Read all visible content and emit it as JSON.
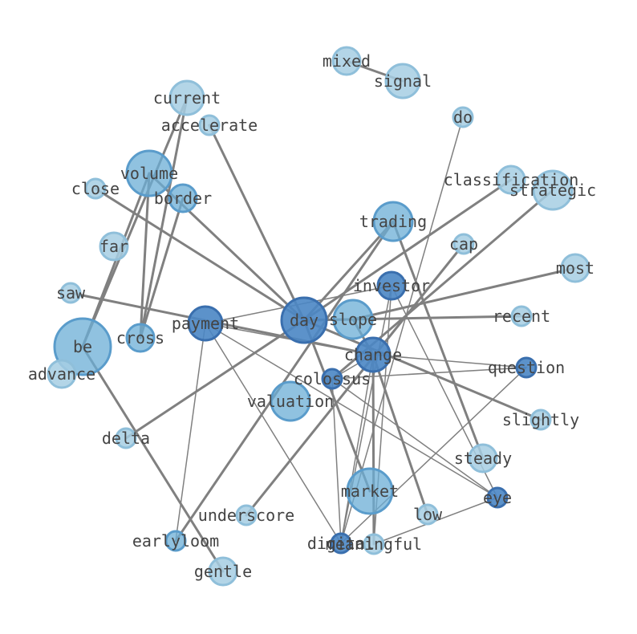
{
  "colors": {
    "light_fill": "#a6cee3",
    "mid_fill": "#6baed6",
    "dark_fill": "#4a86c4",
    "edge": "#808080",
    "label": "#444444"
  },
  "nodes": [
    {
      "id": "mixed",
      "label": "mixed",
      "shade": "light"
    },
    {
      "id": "signal",
      "label": "signal",
      "shade": "light"
    },
    {
      "id": "current",
      "label": "current",
      "shade": "light"
    },
    {
      "id": "accelerate",
      "label": "accelerate",
      "shade": "light"
    },
    {
      "id": "do",
      "label": "do",
      "shade": "light"
    },
    {
      "id": "volume",
      "label": "volume",
      "shade": "mid"
    },
    {
      "id": "border",
      "label": "border",
      "shade": "mid"
    },
    {
      "id": "close",
      "label": "close",
      "shade": "light"
    },
    {
      "id": "classification",
      "label": "classification",
      "shade": "light"
    },
    {
      "id": "strategic",
      "label": "strategic",
      "shade": "light"
    },
    {
      "id": "trading",
      "label": "trading",
      "shade": "mid"
    },
    {
      "id": "far",
      "label": "far",
      "shade": "light"
    },
    {
      "id": "cap",
      "label": "cap",
      "shade": "light"
    },
    {
      "id": "most",
      "label": "most",
      "shade": "light"
    },
    {
      "id": "investor",
      "label": "investor",
      "shade": "dark"
    },
    {
      "id": "saw",
      "label": "saw",
      "shade": "light"
    },
    {
      "id": "day",
      "label": "day",
      "shade": "dark"
    },
    {
      "id": "slope",
      "label": "slope",
      "shade": "mid"
    },
    {
      "id": "recent",
      "label": "recent",
      "shade": "light"
    },
    {
      "id": "payment",
      "label": "payment",
      "shade": "dark"
    },
    {
      "id": "cross",
      "label": "cross",
      "shade": "mid"
    },
    {
      "id": "be",
      "label": "be",
      "shade": "mid"
    },
    {
      "id": "change",
      "label": "change",
      "shade": "dark"
    },
    {
      "id": "question",
      "label": "question",
      "shade": "dark"
    },
    {
      "id": "advance",
      "label": "advance",
      "shade": "light"
    },
    {
      "id": "colossus",
      "label": "colossus",
      "shade": "dark"
    },
    {
      "id": "valuation",
      "label": "valuation",
      "shade": "mid"
    },
    {
      "id": "slightly",
      "label": "slightly",
      "shade": "light"
    },
    {
      "id": "delta",
      "label": "delta",
      "shade": "light"
    },
    {
      "id": "steady",
      "label": "steady",
      "shade": "light"
    },
    {
      "id": "market",
      "label": "market",
      "shade": "mid"
    },
    {
      "id": "eye",
      "label": "eye",
      "shade": "dark"
    },
    {
      "id": "underscore",
      "label": "underscore",
      "shade": "light"
    },
    {
      "id": "low",
      "label": "low",
      "shade": "light"
    },
    {
      "id": "earlyloom",
      "label": "earlyloom",
      "shade": "mid"
    },
    {
      "id": "digital",
      "label": "digital",
      "shade": "dark"
    },
    {
      "id": "meaningful",
      "label": "meaningful",
      "shade": "light"
    },
    {
      "id": "gentle",
      "label": "gentle",
      "shade": "light"
    }
  ],
  "edges": [
    {
      "source": "mixed",
      "target": "signal",
      "weight": "heavy"
    },
    {
      "source": "current",
      "target": "cross",
      "weight": "heavy"
    },
    {
      "source": "current",
      "target": "be",
      "weight": "heavy"
    },
    {
      "source": "accelerate",
      "target": "day",
      "weight": "heavy"
    },
    {
      "source": "volume",
      "target": "be",
      "weight": "heavy"
    },
    {
      "source": "volume",
      "target": "cross",
      "weight": "heavy"
    },
    {
      "source": "volume",
      "target": "day",
      "weight": "heavy"
    },
    {
      "source": "border",
      "target": "cross",
      "weight": "heavy"
    },
    {
      "source": "close",
      "target": "day",
      "weight": "heavy"
    },
    {
      "source": "classification",
      "target": "day",
      "weight": "heavy"
    },
    {
      "source": "strategic",
      "target": "colossus",
      "weight": "heavy"
    },
    {
      "source": "trading",
      "target": "day",
      "weight": "heavy"
    },
    {
      "source": "trading",
      "target": "steady",
      "weight": "heavy"
    },
    {
      "source": "trading",
      "target": "earlyloom",
      "weight": "heavy"
    },
    {
      "source": "do",
      "target": "digital",
      "weight": "light"
    },
    {
      "source": "cap",
      "target": "underscore",
      "weight": "heavy"
    },
    {
      "source": "most",
      "target": "slope",
      "weight": "heavy"
    },
    {
      "source": "saw",
      "target": "change",
      "weight": "heavy"
    },
    {
      "source": "day",
      "target": "recent",
      "weight": "heavy"
    },
    {
      "source": "day",
      "target": "slope",
      "weight": "heavy"
    },
    {
      "source": "day",
      "target": "slightly",
      "weight": "heavy"
    },
    {
      "source": "day",
      "target": "delta",
      "weight": "heavy"
    },
    {
      "source": "day",
      "target": "market",
      "weight": "heavy"
    },
    {
      "source": "investor",
      "target": "payment",
      "weight": "light"
    },
    {
      "source": "investor",
      "target": "meaningful",
      "weight": "light"
    },
    {
      "source": "investor",
      "target": "eye",
      "weight": "light"
    },
    {
      "source": "investor",
      "target": "digital",
      "weight": "light"
    },
    {
      "source": "slope",
      "target": "change",
      "weight": "heavy"
    },
    {
      "source": "payment",
      "target": "change",
      "weight": "light"
    },
    {
      "source": "payment",
      "target": "eye",
      "weight": "light"
    },
    {
      "source": "payment",
      "target": "digital",
      "weight": "light"
    },
    {
      "source": "payment",
      "target": "earlyloom",
      "weight": "light"
    },
    {
      "source": "change",
      "target": "question",
      "weight": "light"
    },
    {
      "source": "change",
      "target": "colossus",
      "weight": "light"
    },
    {
      "source": "change",
      "target": "meaningful",
      "weight": "heavy"
    },
    {
      "source": "change",
      "target": "low",
      "weight": "heavy"
    },
    {
      "source": "change",
      "target": "digital",
      "weight": "light"
    },
    {
      "source": "colossus",
      "target": "eye",
      "weight": "light"
    },
    {
      "source": "colossus",
      "target": "digital",
      "weight": "light"
    },
    {
      "source": "colossus",
      "target": "question",
      "weight": "light"
    },
    {
      "source": "question",
      "target": "digital",
      "weight": "light"
    },
    {
      "source": "be",
      "target": "gentle",
      "weight": "heavy"
    },
    {
      "source": "eye",
      "target": "meaningful",
      "weight": "light"
    }
  ]
}
